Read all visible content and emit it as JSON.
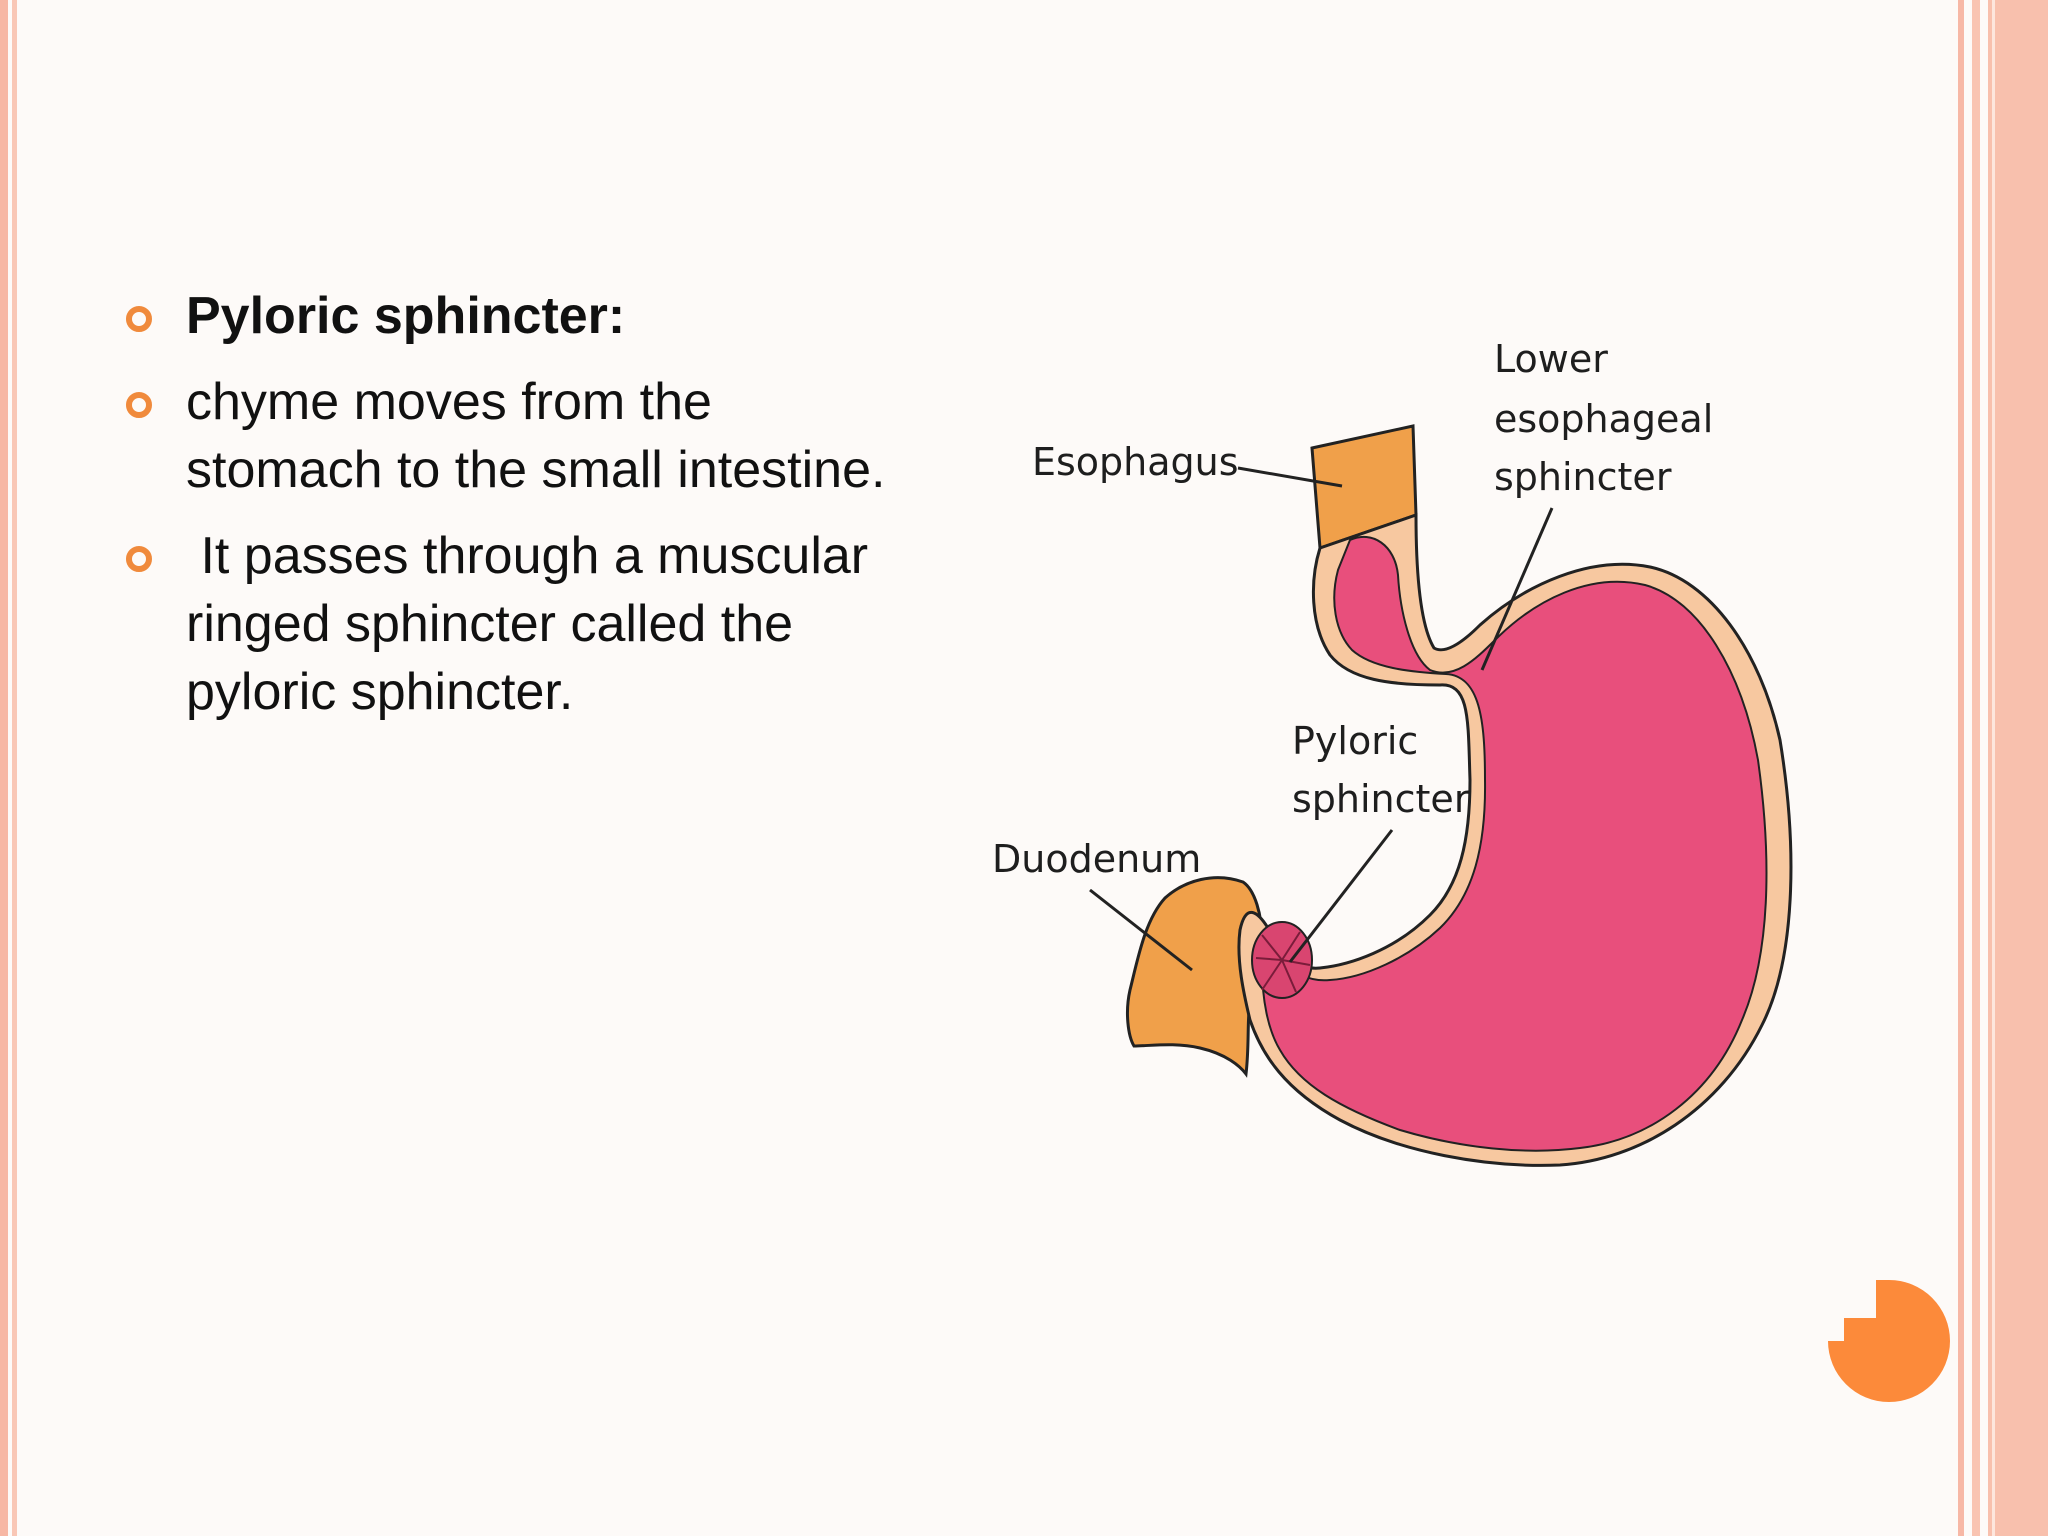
{
  "slide": {
    "bullets": [
      "Pyloric sphincter:",
      "chyme moves from the stomach to the small intestine.",
      " It passes through a muscular ringed sphincter called the pyloric sphincter."
    ]
  },
  "diagram": {
    "labels": {
      "esophagus": "Esophagus",
      "les_line1": "Lower",
      "les_line2": "esophageal",
      "les_line3": "sphincter",
      "pyloric_line1": "Pyloric",
      "pyloric_line2": "sphincter",
      "duodenum": "Duodenum"
    }
  },
  "colors": {
    "accent": "#f08a3c",
    "stomach_lining": "#e84f7c",
    "stomach_wall": "#f7c8a0",
    "esophagus_duodenum": "#f0a04a",
    "border": "#f7b8a6"
  }
}
